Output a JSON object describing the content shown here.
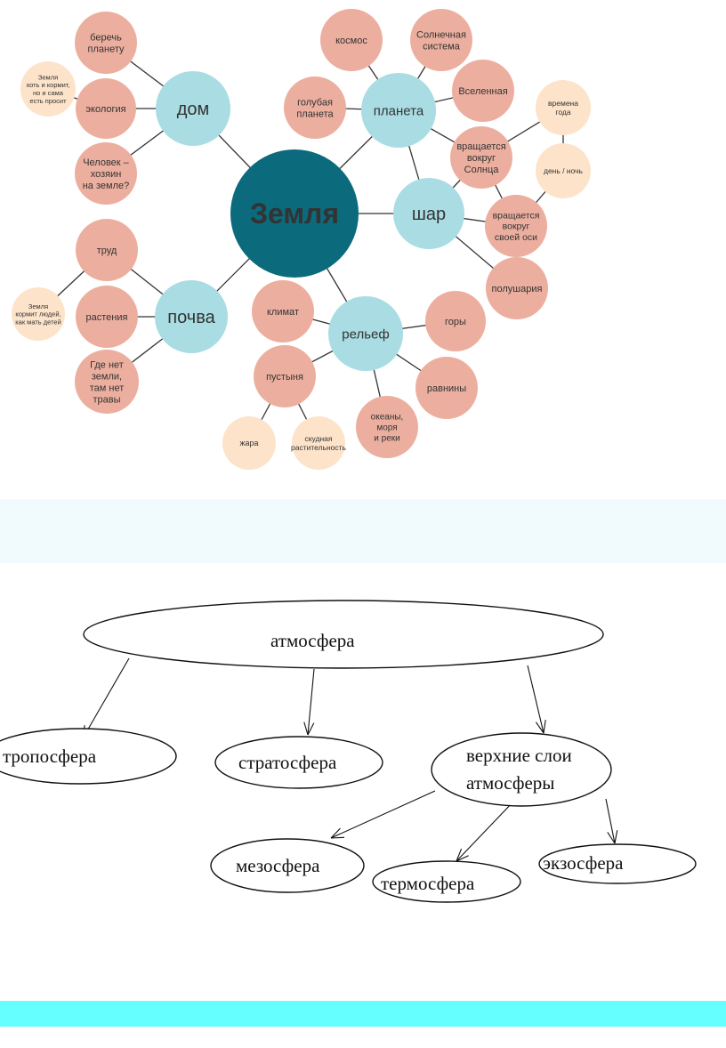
{
  "mindmap": {
    "colors": {
      "center": "#0b6a7c",
      "hub": "#a9dde3",
      "leaf": "#ecaf9f",
      "light": "#fde3ca",
      "line": "#333333",
      "center_text": "#ffffff"
    },
    "center": {
      "id": "zemlya",
      "text": "Земля"
    },
    "hubs": [
      {
        "id": "dom",
        "text": "дом"
      },
      {
        "id": "planeta",
        "text": "планета"
      },
      {
        "id": "shar",
        "text": "шар"
      },
      {
        "id": "pochva",
        "text": "почва"
      },
      {
        "id": "relef",
        "text": "рельеф"
      }
    ],
    "leaves": [
      {
        "id": "berech",
        "text": "беречь\nпланету",
        "tone": "leaf"
      },
      {
        "id": "ekologiya",
        "text": "экология",
        "tone": "leaf"
      },
      {
        "id": "chelovek",
        "text": "Человек –\nхозяин\nна земле?",
        "tone": "leaf"
      },
      {
        "id": "zemlya_kormit",
        "text": "Земля\nхоть и кормит,\nно и сама\nесть просит",
        "tone": "light"
      },
      {
        "id": "kosmos",
        "text": "космос",
        "tone": "leaf"
      },
      {
        "id": "solnechnaya",
        "text": "Солнечная\nсистема",
        "tone": "leaf"
      },
      {
        "id": "golubaya",
        "text": "голубая\nпланета",
        "tone": "leaf"
      },
      {
        "id": "vselennaya",
        "text": "Вселенная",
        "tone": "leaf"
      },
      {
        "id": "vrashchaetsya_solnca",
        "text": "вращается\nвокруг\nСолнца",
        "tone": "leaf"
      },
      {
        "id": "vremena_goda",
        "text": "времена\nгода",
        "tone": "light"
      },
      {
        "id": "den_noch",
        "text": "день / ночь",
        "tone": "light"
      },
      {
        "id": "vrashchaetsya_osi",
        "text": "вращается\nвокруг\nсвоей оси",
        "tone": "leaf"
      },
      {
        "id": "polushariya",
        "text": "полушария",
        "tone": "leaf"
      },
      {
        "id": "trud",
        "text": "труд",
        "tone": "leaf"
      },
      {
        "id": "rasteniya",
        "text": "растения",
        "tone": "leaf"
      },
      {
        "id": "gde_net",
        "text": "Где нет\nземли,\nтам нет\nтравы",
        "tone": "leaf"
      },
      {
        "id": "zemlya_kormit_lyudey",
        "text": "Земля\nкормит людей,\nкак мать детей",
        "tone": "light"
      },
      {
        "id": "klimat",
        "text": "климат",
        "tone": "leaf"
      },
      {
        "id": "pustynya",
        "text": "пустыня",
        "tone": "leaf"
      },
      {
        "id": "zhara",
        "text": "жара",
        "tone": "light"
      },
      {
        "id": "skudnaya",
        "text": "скудная\nрастительность",
        "tone": "light"
      },
      {
        "id": "gory",
        "text": "горы",
        "tone": "leaf"
      },
      {
        "id": "ravniny",
        "text": "равнины",
        "tone": "leaf"
      },
      {
        "id": "okeany",
        "text": "океаны,\nморя\nи реки",
        "tone": "leaf"
      }
    ],
    "edges": [
      [
        "zemlya",
        "dom"
      ],
      [
        "zemlya",
        "planeta"
      ],
      [
        "zemlya",
        "shar"
      ],
      [
        "zemlya",
        "pochva"
      ],
      [
        "zemlya",
        "relef"
      ],
      [
        "dom",
        "berech"
      ],
      [
        "dom",
        "ekologiya"
      ],
      [
        "dom",
        "chelovek"
      ],
      [
        "ekologiya",
        "zemlya_kormit"
      ],
      [
        "planeta",
        "kosmos"
      ],
      [
        "planeta",
        "solnechnaya"
      ],
      [
        "planeta",
        "golubaya"
      ],
      [
        "planeta",
        "vselennaya"
      ],
      [
        "planeta",
        "vrashchaetsya_solnca"
      ],
      [
        "planeta",
        "shar"
      ],
      [
        "shar",
        "vrashchaetsya_solnca"
      ],
      [
        "shar",
        "vrashchaetsya_osi"
      ],
      [
        "shar",
        "polushariya"
      ],
      [
        "vrashchaetsya_solnca",
        "vremena_goda"
      ],
      [
        "vrashchaetsya_solnca",
        "vrashchaetsya_osi"
      ],
      [
        "vremena_goda",
        "den_noch"
      ],
      [
        "den_noch",
        "vrashchaetsya_osi"
      ],
      [
        "pochva",
        "trud"
      ],
      [
        "pochva",
        "rasteniya"
      ],
      [
        "pochva",
        "gde_net"
      ],
      [
        "trud",
        "zemlya_kormit_lyudey"
      ],
      [
        "relef",
        "klimat"
      ],
      [
        "relef",
        "pustynya"
      ],
      [
        "relef",
        "gory"
      ],
      [
        "relef",
        "ravniny"
      ],
      [
        "relef",
        "okeany"
      ],
      [
        "pustynya",
        "zhara"
      ],
      [
        "pustynya",
        "skudnaya"
      ]
    ]
  },
  "atmosphere": {
    "nodes": [
      {
        "id": "atmosfera",
        "text": "атмосфера"
      },
      {
        "id": "troposfera",
        "text": "тропосфера"
      },
      {
        "id": "stratosfera",
        "text": "стратосфера"
      },
      {
        "id": "verkhnie",
        "text": "верхние слои\nатмосферы"
      },
      {
        "id": "mezosfera",
        "text": "мезосфера"
      },
      {
        "id": "termosfera",
        "text": "термосфера"
      },
      {
        "id": "ekzosfera",
        "text": "экзосфера"
      }
    ],
    "edges": [
      [
        "atmosfera",
        "troposfera"
      ],
      [
        "atmosfera",
        "stratosfera"
      ],
      [
        "atmosfera",
        "verkhnie"
      ],
      [
        "verkhnie",
        "mezosfera"
      ],
      [
        "verkhnie",
        "termosfera"
      ],
      [
        "verkhnie",
        "ekzosfera"
      ]
    ]
  }
}
